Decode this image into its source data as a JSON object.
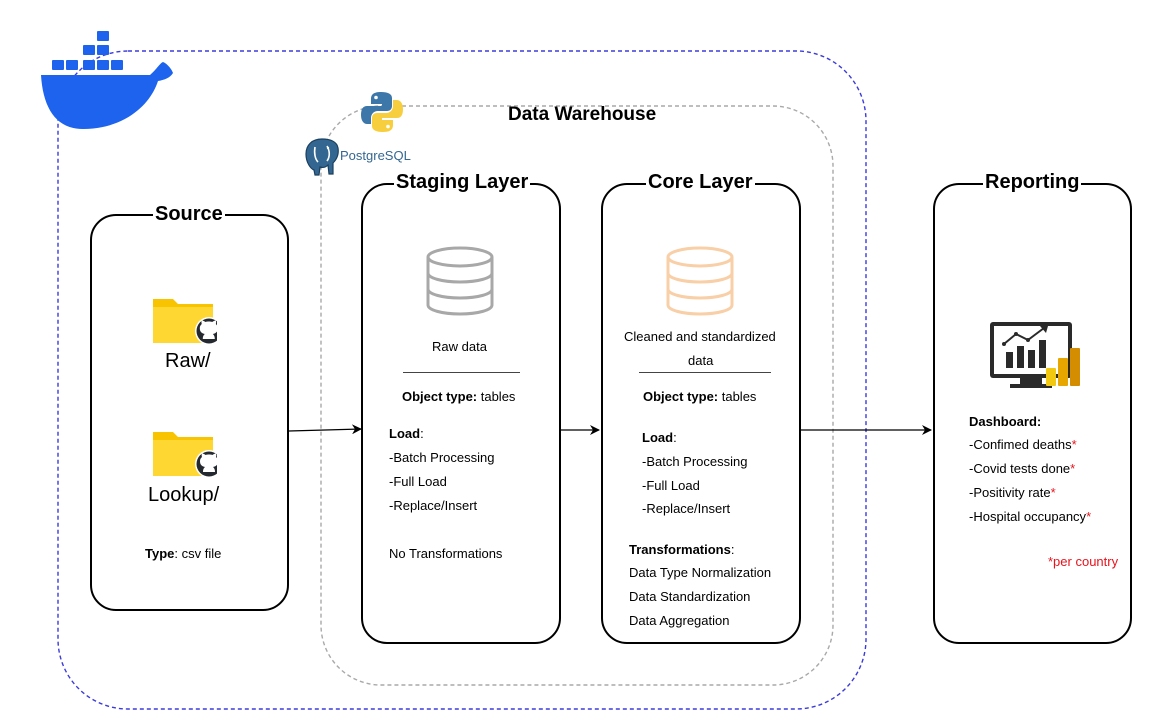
{
  "warehouse": {
    "title": "Data Warehouse",
    "postgres_label": "PostgreSQL"
  },
  "source": {
    "title": "Source",
    "raw_label": "Raw/",
    "lookup_label": "Lookup/",
    "type_key": "Type",
    "type_value": ": csv file"
  },
  "staging": {
    "title": "Staging Layer",
    "caption": "Raw data",
    "object_key": "Object type:",
    "object_value": " tables",
    "load_key": "Load",
    "load_colon": ":",
    "load_items": [
      "-Batch Processing",
      "-Full Load",
      "-Replace/Insert"
    ],
    "transform_note": "No Transformations"
  },
  "core": {
    "title": "Core Layer",
    "caption_line1": "Cleaned and standardized",
    "caption_line2": "data",
    "object_key": "Object type:",
    "object_value": " tables",
    "load_key": "Load",
    "load_colon": ":",
    "load_items": [
      "-Batch Processing",
      "-Full Load",
      "-Replace/Insert"
    ],
    "transform_key": "Transformations",
    "transform_colon": ":",
    "transform_items": [
      "Data Type Normalization",
      "Data Standardization",
      "Data Aggregation"
    ]
  },
  "reporting": {
    "title": "Reporting",
    "dashboard_label": "Dashboard:",
    "items": [
      "-Confimed deaths",
      "-Covid tests done",
      "-Positivity rate",
      "-Hospital occupancy"
    ],
    "asterisk": "*",
    "footnote": "*per country"
  },
  "colors": {
    "docker_blue": "#1d63ed",
    "docker_border": "#3b3bdb",
    "warehouse_border": "#a9a9a9",
    "folder_yellow": "#f8c300",
    "db_gray": "#a8a8a8",
    "db_orange": "#f8cfa6",
    "note_red": "#e8131b"
  }
}
